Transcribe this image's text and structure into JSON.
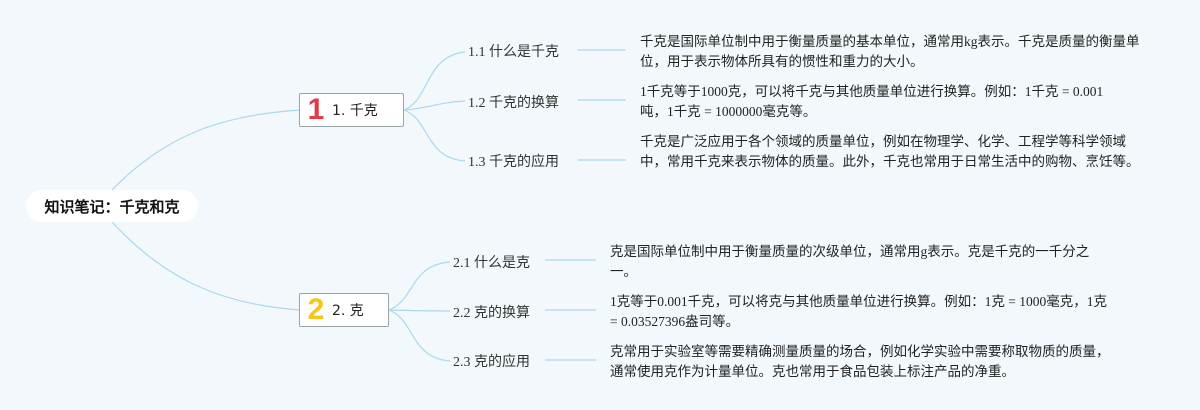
{
  "title": "知识笔记：千克和克",
  "colors": {
    "background": "#f2f8fb",
    "link": "#a9d8ee",
    "branch1_number": "#e03a4a",
    "branch2_number": "#f5c518"
  },
  "branches": [
    {
      "number": "1",
      "label": "1. 千克",
      "items": [
        {
          "title": "1.1 什么是千克",
          "text": "千克是国际单位制中用于衡量质量的基本单位，通常用kg表示。千克是质量的衡量单位，用于表示物体所具有的惯性和重力的大小。"
        },
        {
          "title": "1.2 千克的换算",
          "text": "1千克等于1000克，可以将千克与其他质量单位进行换算。例如：1千克 = 0.001吨，1千克 = 1000000毫克等。"
        },
        {
          "title": "1.3 千克的应用",
          "text": "千克是广泛应用于各个领域的质量单位，例如在物理学、化学、工程学等科学领域中，常用千克来表示物体的质量。此外，千克也常用于日常生活中的购物、烹饪等。"
        }
      ]
    },
    {
      "number": "2",
      "label": "2. 克",
      "items": [
        {
          "title": "2.1 什么是克",
          "text": "克是国际单位制中用于衡量质量的次级单位，通常用g表示。克是千克的一千分之一。"
        },
        {
          "title": "2.2 克的换算",
          "text": "1克等于0.001千克，可以将克与其他质量单位进行换算。例如：1克 = 1000毫克，1克 = 0.03527396盎司等。"
        },
        {
          "title": "2.3 克的应用",
          "text": "克常用于实验室等需要精确测量质量的场合，例如化学实验中需要称取物质的质量，通常使用克作为计量单位。克也常用于食品包装上标注产品的净重。"
        }
      ]
    }
  ]
}
